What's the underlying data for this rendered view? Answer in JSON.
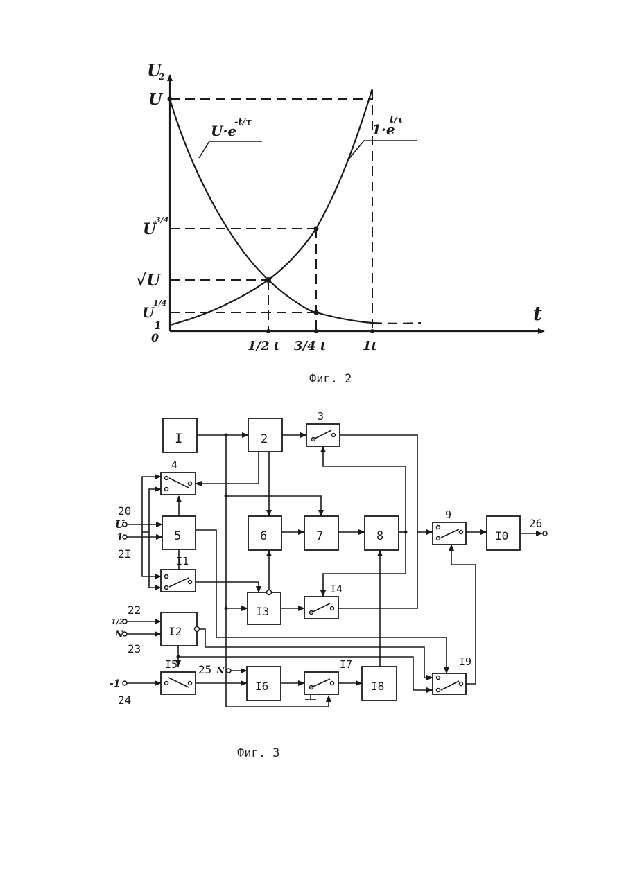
{
  "fig2": {
    "caption": "Фиг. 2",
    "y_axis_label": "U",
    "y_axis_sub": "2",
    "x_axis_label": "t",
    "y_ticks": {
      "u": "U",
      "u34_base": "U",
      "u34_exp": "3/4",
      "sqrt_u": "√U",
      "u14_base": "U",
      "u14_exp": "1/4",
      "one": "1",
      "zero": "0"
    },
    "x_ticks": {
      "half": "1/2 t",
      "three_quarter": "3/4 t",
      "one": "1t"
    },
    "curve_labels": {
      "decay_base": "U·e",
      "decay_exp": "-t/τ",
      "growth_base": "1·e",
      "growth_exp": "t/τ"
    }
  },
  "chart_data": {
    "type": "line",
    "title": "",
    "xlabel": "t",
    "ylabel": "U2",
    "x_ticks": [
      "1/2 t",
      "3/4 t",
      "1t"
    ],
    "y_ticks": [
      "0",
      "1",
      "U^1/4",
      "√U",
      "U^3/4",
      "U"
    ],
    "series": [
      {
        "name": "U·e^(-t/τ)",
        "x": [
          0,
          0.5,
          0.75,
          1
        ],
        "y": [
          "U",
          "√U",
          "U^1/4",
          "1"
        ]
      },
      {
        "name": "1·e^(t/τ)",
        "x": [
          0,
          0.5,
          0.75,
          1
        ],
        "y": [
          "1",
          "√U",
          "U^3/4",
          "U"
        ]
      }
    ]
  },
  "fig3": {
    "caption": "Фиг. 3",
    "blocks": {
      "b1": "I",
      "b2": "2",
      "b5": "5",
      "b6": "6",
      "b7": "7",
      "b8": "8",
      "b10": "I0",
      "b12": "I2",
      "b13": "I3",
      "b16": "I6",
      "b18": "I8"
    },
    "switches": {
      "s3": "3",
      "s4": "4",
      "s9": "9",
      "s11": "I1",
      "s14": "I4",
      "s15": "I5",
      "s17": "I7",
      "s19": "I9"
    },
    "terminals": {
      "t20": "20",
      "t20_sig": "U",
      "t21": "2I",
      "t21_sig": "1",
      "t22": "22",
      "t22_sig": "1/2",
      "t23": "23",
      "t23_sig": "N",
      "t24": "24",
      "t24_sig": "-1",
      "t25": "25",
      "t25_sig": "N",
      "t26": "26"
    }
  }
}
